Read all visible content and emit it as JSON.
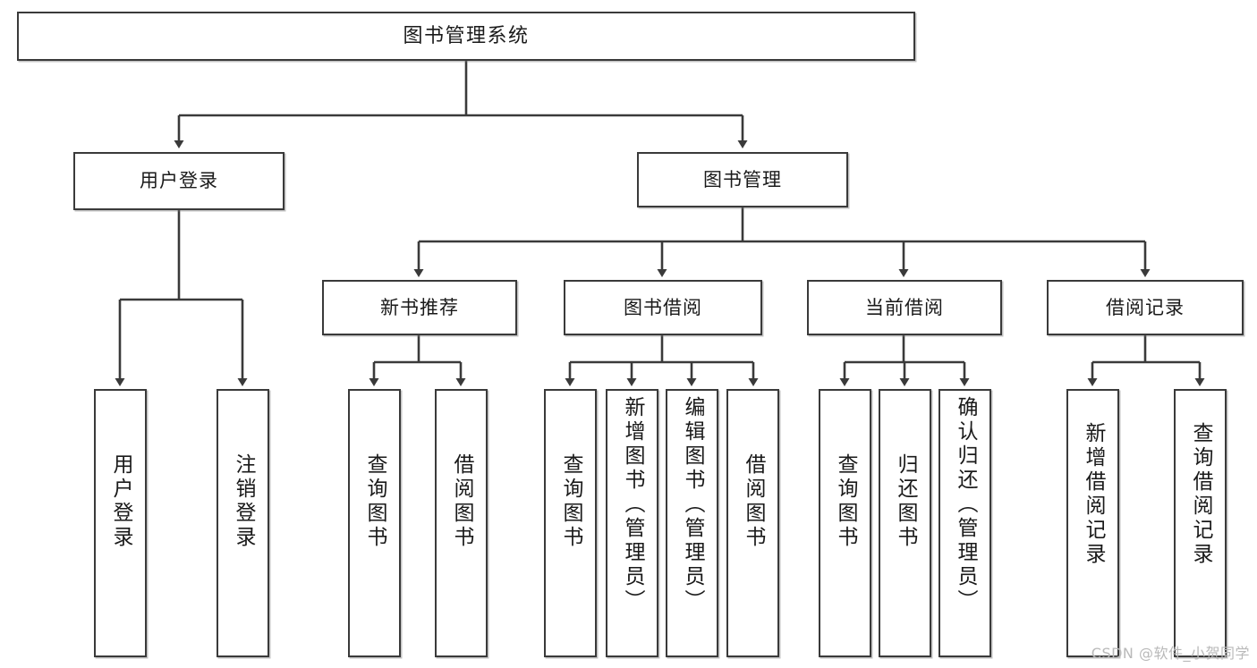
{
  "diagram": {
    "title": "图书管理系统",
    "watermark": "CSDN @软件_小贺同学",
    "nodes": {
      "root": {
        "label": "图书管理系统"
      },
      "level2": [
        {
          "id": "user-login",
          "label": "用户登录"
        },
        {
          "id": "book-management",
          "label": "图书管理"
        }
      ],
      "level3": [
        {
          "id": "new-book-recommend",
          "label": "新书推荐"
        },
        {
          "id": "book-borrow",
          "label": "图书借阅"
        },
        {
          "id": "current-borrow",
          "label": "当前借阅"
        },
        {
          "id": "borrow-record",
          "label": "借阅记录"
        }
      ],
      "leaves": {
        "user_login": [
          {
            "id": "leaf-user-login",
            "label": "用户登录"
          },
          {
            "id": "leaf-logout-login",
            "label": "注销登录"
          }
        ],
        "new_book_recommend": [
          {
            "id": "leaf-query-book-1",
            "label": "查询图书"
          },
          {
            "id": "leaf-borrow-book-1",
            "label": "借阅图书"
          }
        ],
        "book_borrow": [
          {
            "id": "leaf-query-book-2",
            "label": "查询图书"
          },
          {
            "id": "leaf-add-book-admin",
            "label": "新增图书（管理员）"
          },
          {
            "id": "leaf-edit-book-admin",
            "label": "编辑图书（管理员）"
          },
          {
            "id": "leaf-borrow-book-2",
            "label": "借阅图书"
          }
        ],
        "current_borrow": [
          {
            "id": "leaf-query-book-3",
            "label": "查询图书"
          },
          {
            "id": "leaf-return-book",
            "label": "归还图书"
          },
          {
            "id": "leaf-confirm-return-admin",
            "label": "确认归还（管理员）"
          }
        ],
        "borrow_record": [
          {
            "id": "leaf-add-borrow-record",
            "label": "新增借阅记录"
          },
          {
            "id": "leaf-query-borrow-record",
            "label": "查询借阅记录"
          }
        ]
      }
    },
    "colors": {
      "border": "#3a3a3a",
      "background": "#ffffff",
      "text": "#1a1a1a",
      "watermark": "#b9b9b9"
    }
  }
}
